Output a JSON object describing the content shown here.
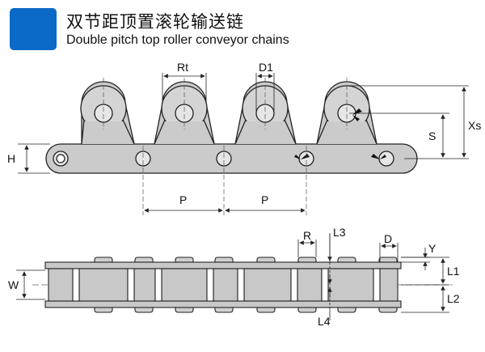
{
  "header": {
    "title_cn": "双节距顶置滚轮输送链",
    "title_en": "Double pitch top roller conveyor chains"
  },
  "colors": {
    "badge": "#0b69c7",
    "plate": "#c9c9c9",
    "line": "#222222"
  },
  "side_view": {
    "labels": {
      "rt": "Rt",
      "d1": "D1",
      "h": "H",
      "s": "S",
      "xs": "Xs",
      "p": "P"
    }
  },
  "plan_view": {
    "labels": {
      "r": "R",
      "l3": "L3",
      "d": "D",
      "y": "Y",
      "w": "W",
      "l1": "L1",
      "l2": "L2",
      "l4": "L4"
    }
  }
}
